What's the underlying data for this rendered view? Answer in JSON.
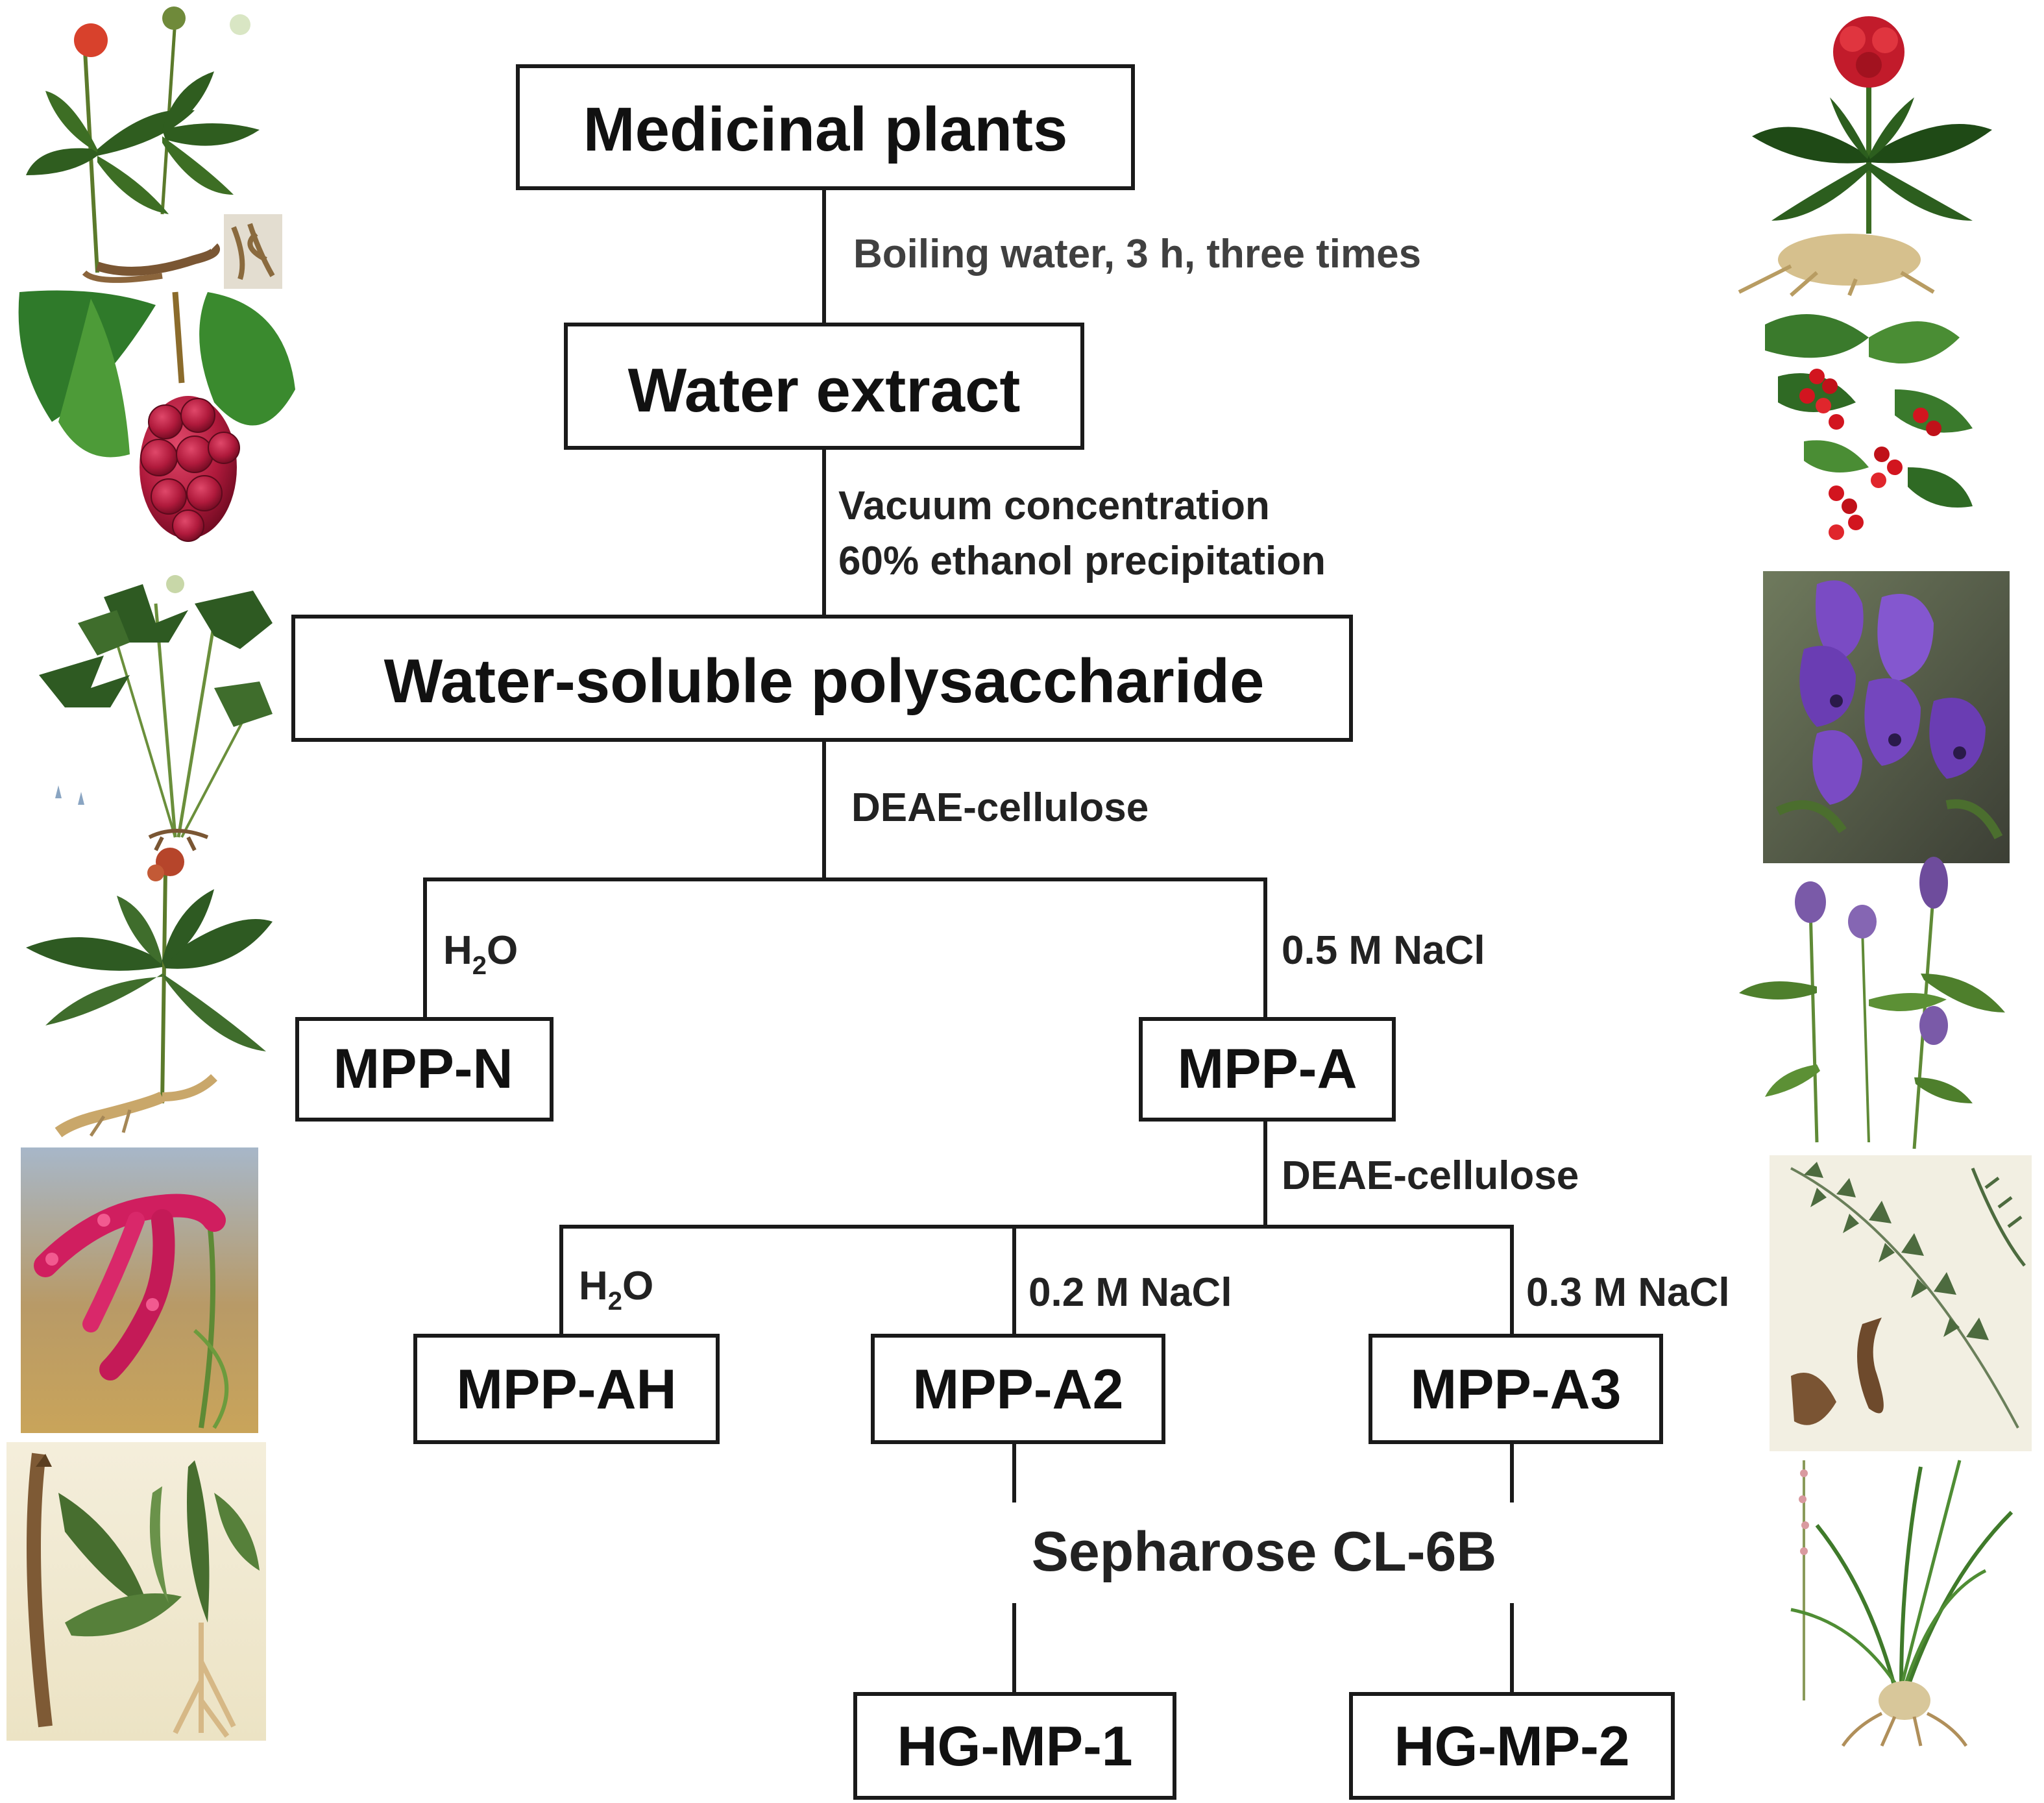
{
  "boxes": {
    "medicinal_plants": "Medicinal plants",
    "water_extract": "Water extract",
    "wsp": "Water-soluble polysaccharide",
    "mpp_n": "MPP-N",
    "mpp_a": "MPP-A",
    "mpp_ah": "MPP-AH",
    "mpp_a2": "MPP-A2",
    "mpp_a3": "MPP-A3",
    "hg_mp_1": "HG-MP-1",
    "hg_mp_2": "HG-MP-2"
  },
  "steps": {
    "boiling": "Boiling water, 3 h, three times",
    "vacuum": "Vacuum concentration",
    "ethanol": "60% ethanol precipitation",
    "deae_1": "DEAE-cellulose",
    "water_1_main": "H",
    "water_1_sub": "2",
    "water_1_tail": "O",
    "nacl_05": "0.5 M NaCl",
    "deae_2": "DEAE-cellulose",
    "water_2_main": "H",
    "water_2_sub": "2",
    "water_2_tail": "O",
    "nacl_02": "0.2 M NaCl",
    "nacl_03": "0.3 M NaCl",
    "sepharose": "Sepharose CL-6B"
  },
  "colors": {
    "stroke": "#1a1a1a",
    "text": "#111111"
  },
  "plant_images": {
    "left": [
      "ginseng-plant-with-root",
      "red-berry-cluster",
      "umbellifer-fern-plant",
      "ginseng-plant-with-root-2",
      "pink-knotweed-flower",
      "root-with-leaves-illustration"
    ],
    "right": [
      "red-berry-ginseng-plant",
      "red-berry-shrub",
      "purple-aconite-flowers",
      "purple-selfheal-plant",
      "fern-leaf-illustration-with-root",
      "grass-plant-with-bulb"
    ]
  }
}
